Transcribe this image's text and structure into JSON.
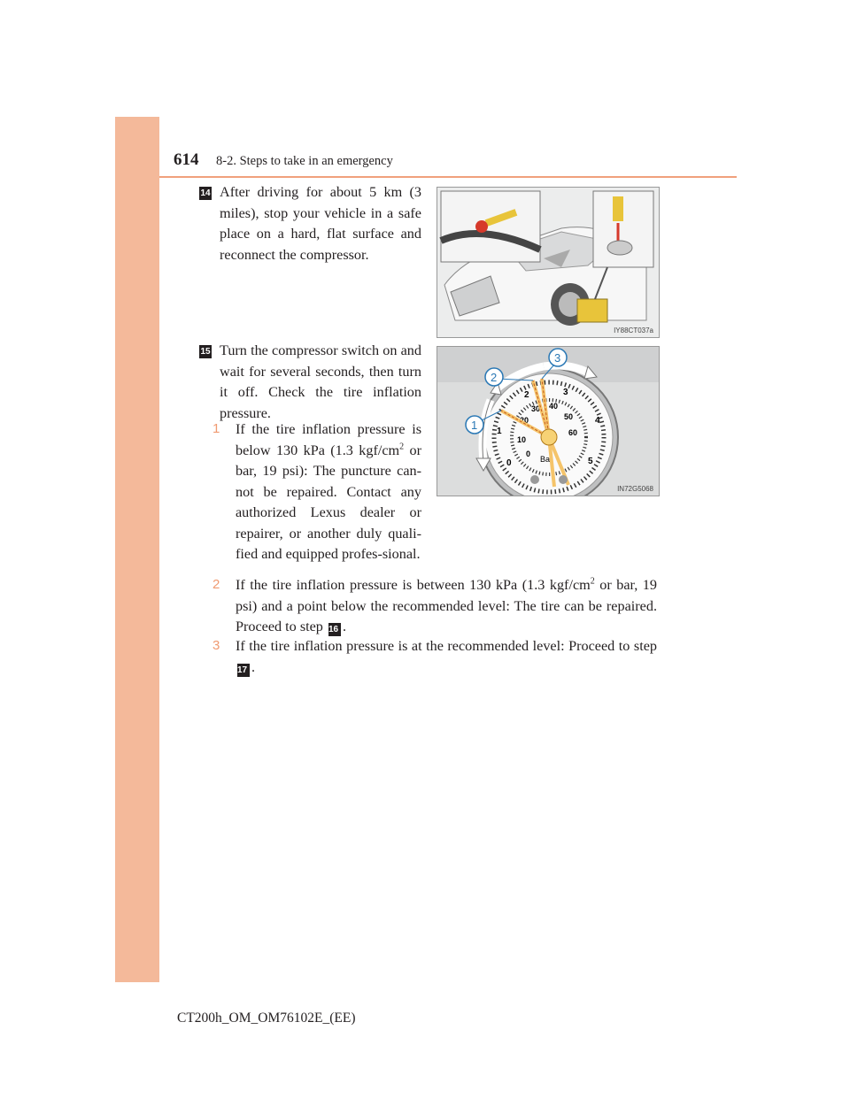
{
  "header": {
    "page_number": "614",
    "section": "8-2. Steps to take in an emergency"
  },
  "steps": {
    "s14": {
      "badge": "14",
      "text": "After driving for about 5 km (3 miles), stop your vehicle in a safe place on a hard, flat surface and reconnect the compressor.",
      "figure_code": "IY88CT037a"
    },
    "s15": {
      "badge": "15",
      "text": "Turn the compressor switch on and wait for several seconds, then turn it off. Check the tire inflation pressure.",
      "figure_code": "IN72G5068"
    }
  },
  "items": {
    "i1": {
      "marker": "1",
      "text_a": "If the tire inflation pressure is below 130 kPa (1.3 kgf/cm",
      "sup": "2",
      "text_b": " or bar, 19 psi): The puncture can-not be repaired. Contact any authorized Lexus dealer or repairer, or another duly quali-fied and equipped profes-sional."
    },
    "i2": {
      "marker": "2",
      "text_a": "If the tire inflation pressure is between 130 kPa (1.3 kgf/cm",
      "sup": "2",
      "text_b": " or bar, 19 psi) and a point below the recommended level: The tire can be repaired. Proceed to step ",
      "step_ref": "16",
      "text_c": "."
    },
    "i3": {
      "marker": "3",
      "text_a": "If the tire inflation pressure is at the recommended level: Proceed to step ",
      "step_ref": "17",
      "text_c": "."
    }
  },
  "gauge": {
    "callouts": [
      "1",
      "2",
      "3"
    ],
    "outer_ticks": [
      "0",
      "1",
      "2",
      "3",
      "4",
      "5"
    ],
    "inner_ticks": [
      "0",
      "10",
      "20",
      "30",
      "40",
      "50",
      "60"
    ],
    "face_label": "Bar"
  },
  "footer": {
    "text": "CT200h_OM_OM76102E_(EE)"
  },
  "colors": {
    "side_band": "#f4b99a",
    "rule": "#f0a07c",
    "marker": "#f09a71"
  }
}
